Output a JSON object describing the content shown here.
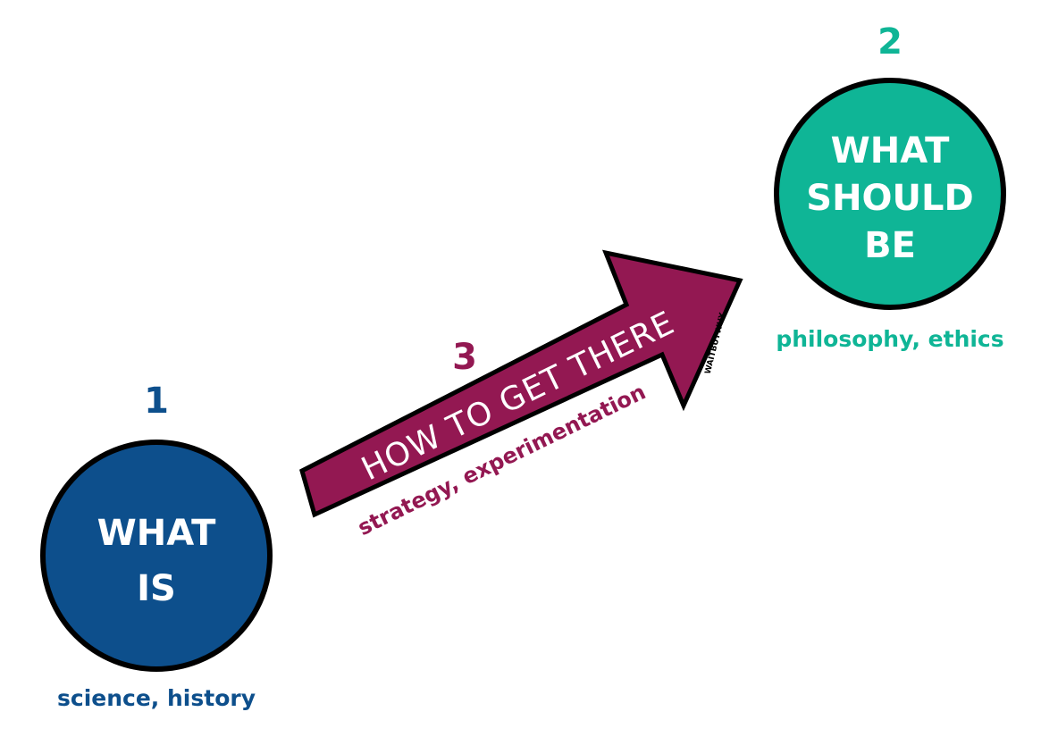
{
  "colors": {
    "what_is": "#0d4f8c",
    "what_should_be": "#0fb596",
    "how_to_get_there": "#931852",
    "outline": "#000000",
    "label_text": "#ffffff"
  },
  "node_what_is": {
    "number": "1",
    "line1": "WHAT",
    "line2": "IS",
    "caption": "science, history"
  },
  "node_what_should_be": {
    "number": "2",
    "line1": "WHAT",
    "line2": "SHOULD",
    "line3": "BE",
    "caption": "philosophy, ethics"
  },
  "arrow_how": {
    "number": "3",
    "label": "HOW TO GET THERE",
    "caption": "strategy, experimentation"
  },
  "watermark": "WAITBUTWHY"
}
